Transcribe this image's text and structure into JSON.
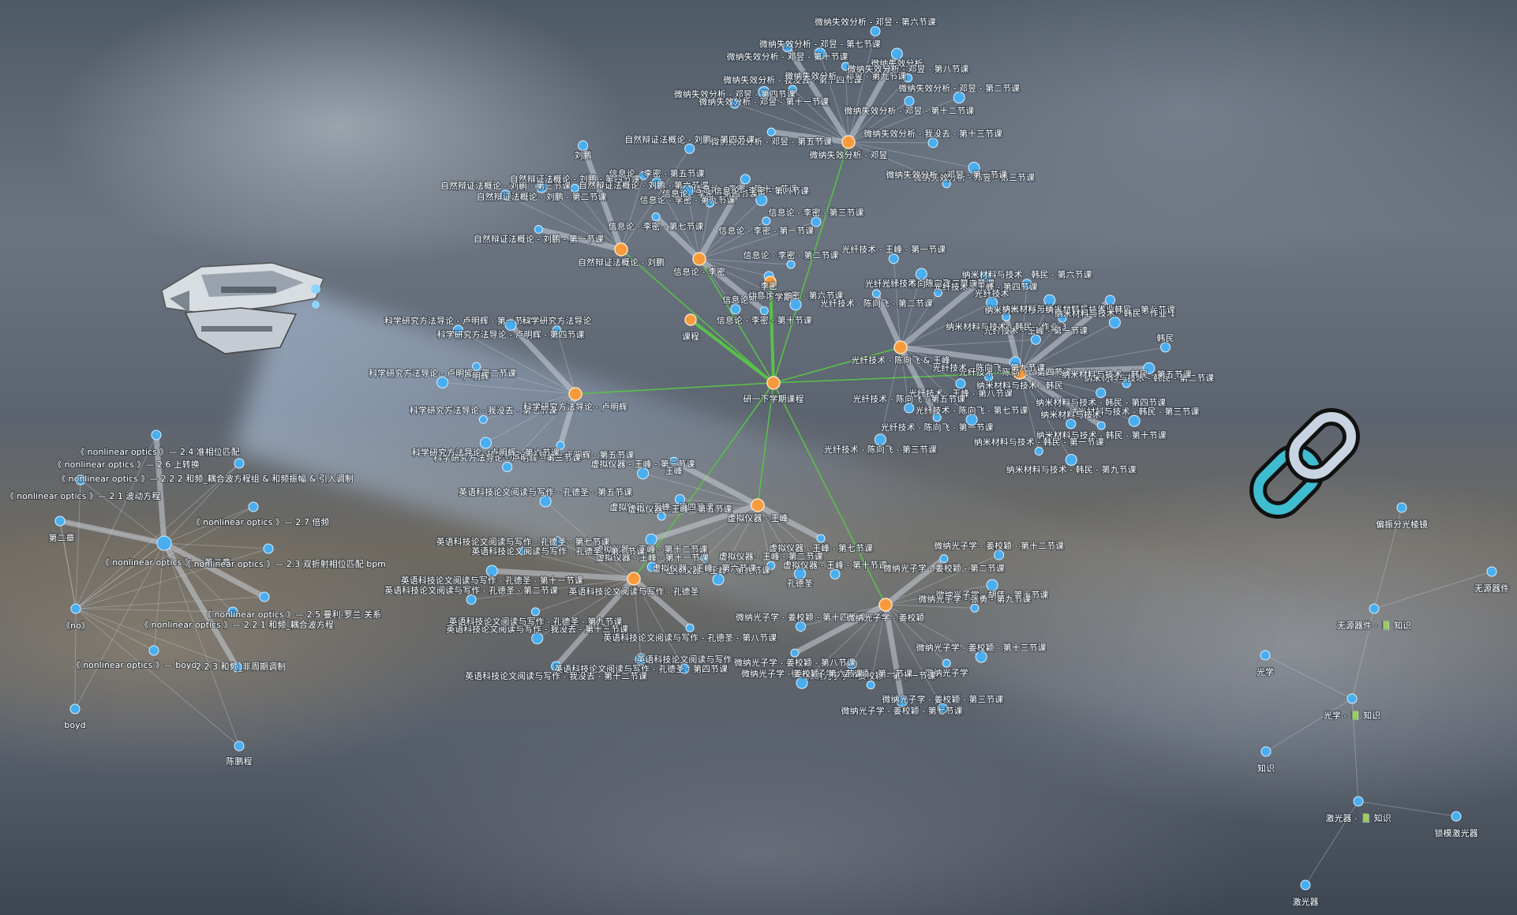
{
  "graph": {
    "root": "研一下学期课程",
    "categories": [
      {
        "name": "课程",
        "color": "#f79a3b",
        "children": [
          "研一下学期",
          "自然辩证法概论 - 刘鹏",
          "信息论 - 李密",
          "科学研究方法导论 - 卢明辉",
          "虚拟仪器 - 王峰",
          "微纳光子学 - 姜校颖",
          "纳米材料与技术 - 韩民",
          "光纤技术 - 陈向飞 & 王峰",
          "微纳失效分析 - 邓昱"
        ]
      }
    ],
    "labels": {
      "weina_shixiao": [
        "微纳失效分析 - 邓昱 - 第五节课",
        "微纳失效分析 - 邓昱 - 第四节课",
        "微纳失效分析 - 邓昱 - 第十一节课",
        "微纳失效分析 - 我没去 - 第十四节课",
        "微纳失效分析 - 邓昱 - 第十节课",
        "微纳失效分析 - 邓昱 - 第七节课",
        "微纳失效分析 - 邓昱 - 第九节课",
        "微纳失效分析 - 邓昱 - 第六节课",
        "微纳失效分析",
        "微纳失效分析 - 邓昱 - 第八节课",
        "微纳失效分析 - 邓昱 - 第十二节课",
        "微纳失效分析 - 邓昱 - 第二节课",
        "微纳失效分析 - 邓昱",
        "微纳失效分析 - 我没去 - 第十三节课",
        "微纳失效分析 - 邓昱 - 第三节课",
        "微纳失效分析 - 邓昱 - 第一节课"
      ],
      "ziran": [
        "自然辩证法概论 - 刘鹏 - 第一节课",
        "自然辩证法概论 - 刘鹏 - 第三节课",
        "自然辩证法概论 - 刘鹏 - 第二节课",
        "自然辩证法概论 - 刘鹏 - 第四节课",
        "刘鹏",
        "自然辩证法概论 - 刘鹏",
        "自然辩证法概论 - 刘鹏 - 第六节课",
        "自然辩证法概论 - 刘鹏 - 第四节课"
      ],
      "xinxilun": [
        "信息论 - 李密 - 第七节课",
        "信息论 - 李密 - 第五节课",
        "信息论 - 李密 - 第九节课",
        "信息论 - 李密 - 第四节课",
        "信息论 - 李密 - 第十一节课",
        "信息论 - 李密 - 第八节课",
        "信息论 - 李密 - 第一节课",
        "信息论 - 李密 - 第三节课",
        "信息论 - 李密",
        "信息论 - 李密 - 第二节课",
        "李密",
        "信息论 - 李密 - 第六节课",
        "信息论 - 李密 - 第十节课",
        "信息论"
      ],
      "kexue": [
        "科学研究方法导论 - 卢明辉 - 第五节课",
        "科学研究方法导论 - 卢明辉 - 第三节课",
        "科学研究方法导论 - 卢明辉 - 第六节课",
        "科学研究方法导论 - 我没去 - 第七节课",
        "科学研究方法导论 - 卢明辉",
        "科学研究方法导论 - 卢明辉 - 第二节课",
        "卢明辉",
        "科学研究方法导论 - 卢明辉 - 第一节课",
        "科学研究方法导论 - 卢明辉 - 第四节课",
        "科学研究方法导论"
      ],
      "center": [
        "研一下学期",
        "课程",
        "研一下学期课程"
      ],
      "guangxian": [
        "光纤技术 - 陈向飞 - 第二节课",
        "光纤技术 - 王峰 - 第一节课",
        "光纤技术 - 陈向飞 - 第三节课",
        "光纤技术 - 陈向飞 - 第二节课",
        "光纤技术 - 王峰 - 第四节课",
        "光纤技术",
        "光纤技术 - 陈向飞 & 王峰",
        "光纤技术 - 王峰 - 第一节课",
        "光纤技术 - 陈向飞 - 第四节课",
        "光纤技术 - 陈向飞 - 第九节课",
        "光纤技术 - 王峰 - 第八节课",
        "光纤技术 - 陈向飞 - 第七节课",
        "光纤技术 - 陈向飞 - 第一节课",
        "光纤技术 - 陈向飞 - 第五节课",
        "光纤技术 - 陈向飞 - 第三节课"
      ],
      "nami": [
        "纳米材料与技术 - 韩民 - 作业 3",
        "纳米材料与技术 - 韩民 - 第六节课",
        "纳米材料与技术 - 韩民 - 第八节课",
        "纳米材料与技术 - 韩民 - 作业 2",
        "纳米材料与技术 - 韩民 - 第七节课",
        "纳米材料与技术 - 韩民 - 作业 1",
        "纳米材料与技术 - 韩民",
        "韩民",
        "纳米材料与技术 - 韩民 - 第二节课",
        "纳米材料与技术 - 韩民 - 第五节课",
        "纳米材料与技术 - 韩民 - 第四节课",
        "纳米材料与技术 - 韩民 - 第三节课",
        "纳米材料与技术 - 韩民 - 第十节课",
        "纳米材料与技术",
        "纳米材料与技术 - 韩民 - 第九节课",
        "纳米材料与技术 - 韩民 - 第一节课"
      ],
      "xuni": [
        "虚拟仪器 - 王峰 - 第七节课",
        "虚拟仪器 - 王峰 - 第十节课",
        "孔德圣",
        "虚拟仪器 - 王峰 - 第二节课",
        "虚拟仪器 - 王峰",
        "虚拟仪器 - 王峰 - 第九节课",
        "虚拟仪器 - 王峰 - 第六节课",
        "虚拟仪器 - 王峰 - 第十一节课",
        "虚拟仪器 - 王峰 - 第十二节课",
        "虚拟仪器 - 王峰 - 第四节课",
        "虚拟仪器 - 王峰 - 第五节课",
        "虚拟仪器 - 王峰 - 第三节课",
        "王峰"
      ],
      "yingyu": [
        "英语科技论文阅读与写作 - 孔德圣 - 第八节课",
        "英语科技论文阅读与写作",
        "英语科技论文阅读与写作 - 孔德圣 - 第四节课",
        "英语科技论文阅读与写作 - 孔德圣",
        "英语科技论文阅读与写作 - 我没去 - 第十二节课",
        "英语科技论文阅读与写作 - 我没去 - 第十三节课",
        "英语科技论文阅读与写作 - 孔德圣 - 第九节课",
        "英语科技论文阅读与写作 - 孔德圣 - 第二节课",
        "英语科技论文阅读与写作 - 孔德圣 - 第十一节课",
        "英语科技论文阅读与写作 - 孔德圣 - 第七节课",
        "英语科技论文阅读与写作 - 孔德圣 - 第一节课",
        "英语科技论文阅读与写作 - 孔德圣 - 第五节课"
      ],
      "weina_guangzi": [
        "微纳光子学 - 姜校颖 - 第二节课",
        "微纳光子学 - 姜校颖 - 第十二节课",
        "微纳光子学 - 胡伟 - 第十节课",
        "微纳光子学 - 张勇 - 第九节课",
        "微纳光子学 - 姜校颖",
        "微纳光子学 - 姜校颖 - 第十三节课",
        "微纳光子学",
        "微纳光子学 - 姜校颖 - 第三节课",
        "微纳光子学 - 姜校颖 - 第七节课",
        "微纳光子学 - 姜校颖 - 第十一节课",
        "微纳光子学 - 姜校颖 - 第一节课",
        "微纳光子学 - 姜校颖 - 第六节课",
        "微纳光子学 - 姜校颖 - 第八节课",
        "微纳光子学 - 姜校颖 - 第十四节课"
      ],
      "nonlinear": [
        "《 nonlinear optics 》— 2.4 准相位匹配",
        "《 nonlinear optics 》— 2.6 上转换",
        "《 nonlinear optics 》— 2.2.2 和频_耦合波方程组 & 和频振幅 & 引入调制",
        "《 nonlinear optics 》— 2.1 波动方程",
        "《 nonlinear optics 》— 2.7 倍频",
        "第二章",
        "《 nonlinear optics 》— 第二章",
        "《 nonlinear optics 》— 2.3 双折射相位匹配 bpm",
        "《no》",
        "《 nonlinear optics 》— 2.5 曼利-罗兰 关系",
        "《 nonlinear optics 》— 2.2.1 和频_耦合波方程",
        "《 nonlinear optics 》— boyd",
        "2.2.3 和频_非周期调制",
        "boyd",
        "陈鹏程"
      ],
      "knowledge": [
        "偏振分光棱镜",
        "无源器件",
        "无源器件 - 📗 知识",
        "光学",
        "光学 - 📗 知识",
        "知识",
        "激光器 - 📗 知识",
        "锁模激光器",
        "激光器"
      ]
    }
  },
  "link_icon": "link-chain-icon",
  "ship": "spaceship-illustration"
}
